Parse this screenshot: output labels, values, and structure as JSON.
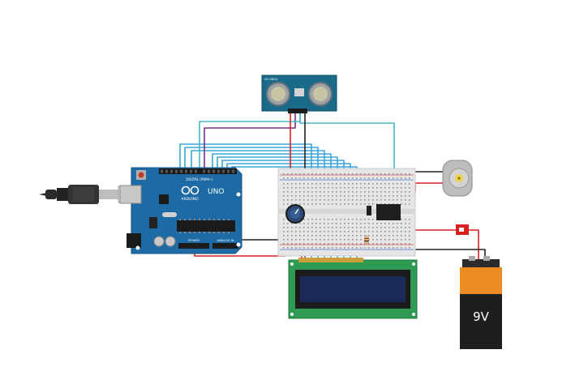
{
  "arduino": {
    "logo_text": "ARDUINO",
    "model_text": "UNO",
    "digital_label": "DIGITAL (PWM~)",
    "power_label": "POWER",
    "analog_label": "ANALOG IN",
    "board_color": "#1d6aa5"
  },
  "sensor": {
    "name_text": "HC-SR04",
    "board_color": "#1a6b8a"
  },
  "battery": {
    "label": "9V",
    "body_color": "#ee8b24"
  },
  "lcd": {
    "screen_color": "#1c2a5a",
    "board_color": "#2e9a54"
  },
  "wire_colors": {
    "signal": "#3aa6d6",
    "power": "#d92020",
    "ground": "#222222",
    "trigger": "#7a2f91",
    "echo": "#46b7c8"
  }
}
